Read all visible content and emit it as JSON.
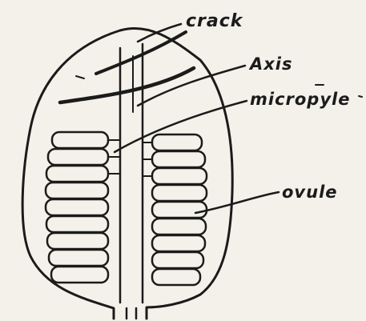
{
  "labels": {
    "crack": "crack",
    "axis": "Axis",
    "micropyle": "micropyle",
    "ovule": "ovule"
  },
  "colors": {
    "ink": "#1b1b1b",
    "paper": "#f3f1e9"
  }
}
